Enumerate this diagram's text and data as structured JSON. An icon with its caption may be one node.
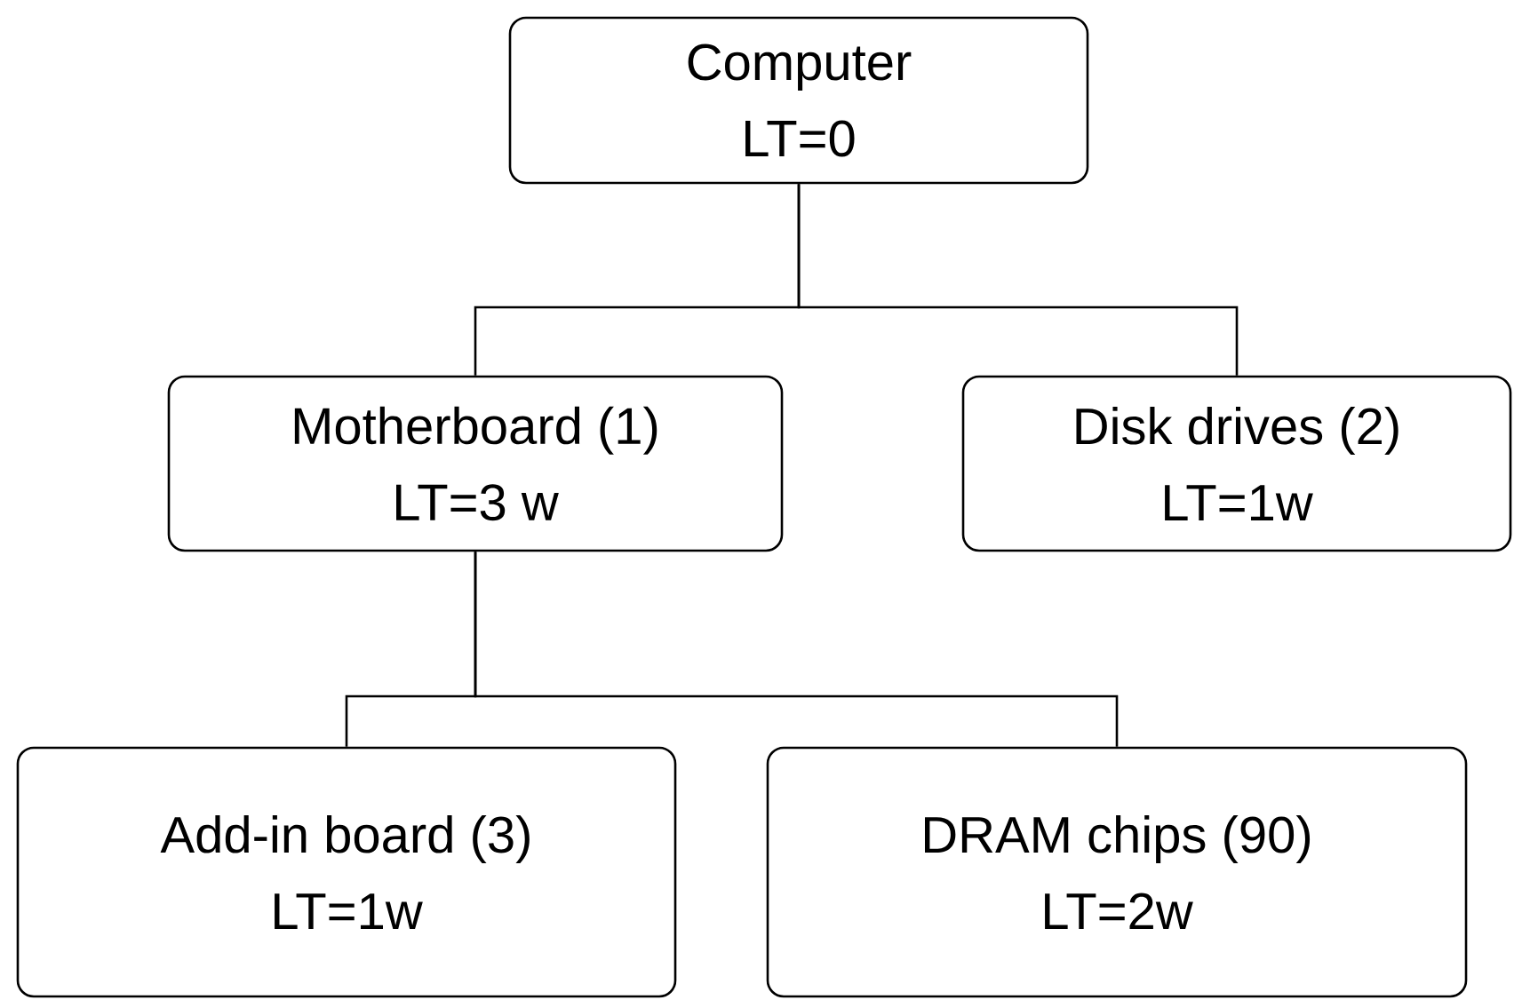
{
  "diagram": {
    "nodes": [
      {
        "text": [
          "Computer",
          "LT=0"
        ]
      },
      {
        "text": [
          "Motherboard  (1)",
          "LT=3 w"
        ]
      },
      {
        "text": [
          "Disk drives (2)",
          "LT=1w"
        ]
      },
      {
        "text": [
          "Add-in board (3)",
          "LT=1w"
        ]
      },
      {
        "text": [
          "DRAM chips (90)",
          "LT=2w"
        ]
      }
    ],
    "edges": [
      {
        "from": 0,
        "to": 1,
        "arrow": "none"
      },
      {
        "from": 0,
        "to": 2,
        "arrow": "none"
      },
      {
        "from": 1,
        "to": 3,
        "arrow": "none"
      },
      {
        "from": 1,
        "to": 4,
        "arrow": "none"
      }
    ]
  }
}
